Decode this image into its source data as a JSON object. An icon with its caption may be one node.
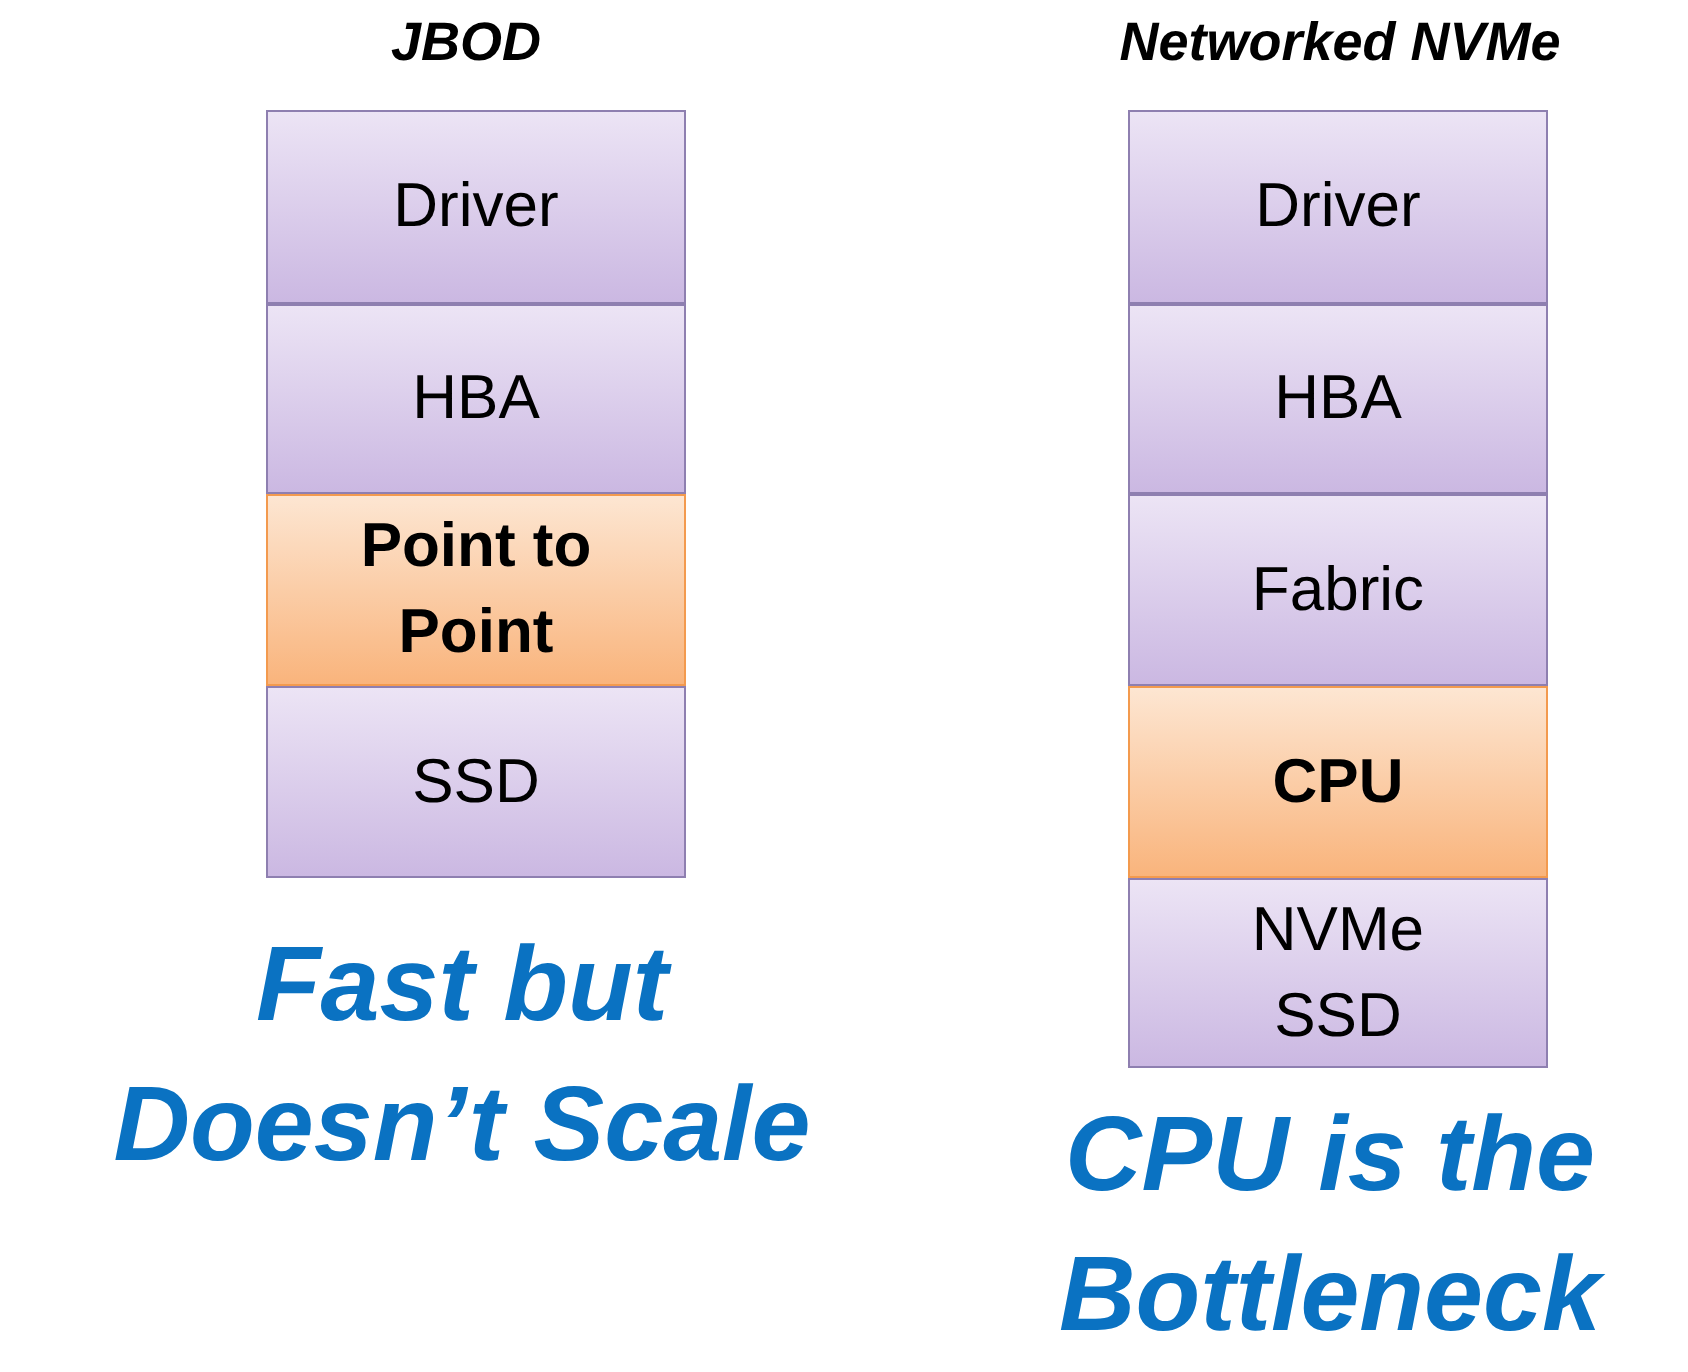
{
  "diagram": {
    "nodes": [
      {
        "text": [
          "Driver"
        ]
      },
      {
        "text": [
          "HBA"
        ]
      },
      {
        "text": [
          "Point to Point"
        ]
      },
      {
        "text": [
          "SSD"
        ]
      },
      {
        "text": [
          "Driver"
        ]
      },
      {
        "text": [
          "HBA"
        ]
      },
      {
        "text": [
          "Fabric"
        ]
      },
      {
        "text": [
          "CPU"
        ]
      },
      {
        "text": [
          "NVMe SSD"
        ]
      }
    ],
    "labels": [
      "JBOD",
      "Networked NVMe",
      "Fast but Doesn’t Scale",
      "CPU is the Bottleneck"
    ]
  }
}
